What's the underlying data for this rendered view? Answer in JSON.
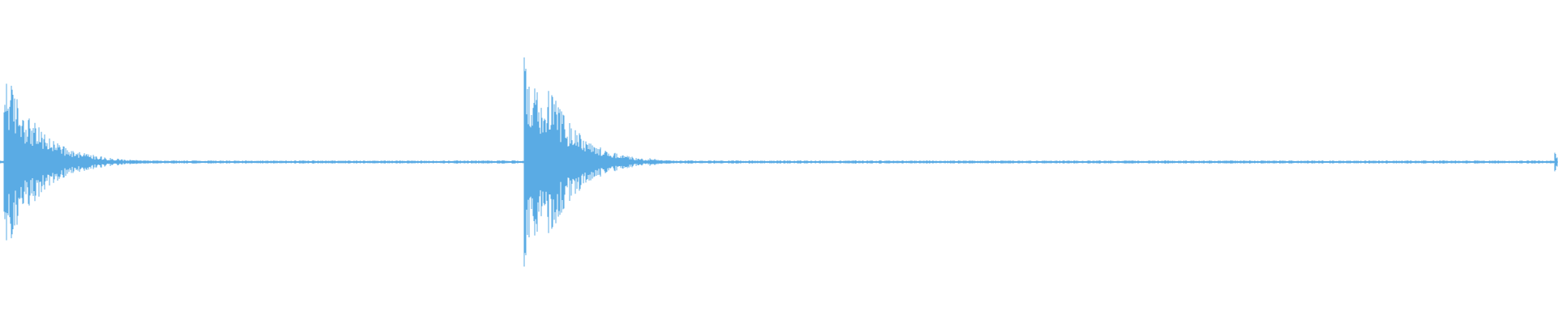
{
  "waveform": {
    "color": "#5aabe4",
    "background": "#ffffff",
    "sample_count": 1920,
    "events": [
      {
        "position": 0.003,
        "peak": 0.87,
        "decay": 0.022
      },
      {
        "position": 0.031,
        "peak": 0.12,
        "decay": 0.01
      },
      {
        "position": 0.048,
        "peak": 0.07,
        "decay": 0.012
      },
      {
        "position": 0.337,
        "peak": 1.0,
        "decay": 0.018
      },
      {
        "position": 0.352,
        "peak": 0.72,
        "decay": 0.02
      },
      {
        "position": 0.396,
        "peak": 0.07,
        "decay": 0.01
      },
      {
        "position": 0.418,
        "peak": 0.04,
        "decay": 0.008
      },
      {
        "position": 0.999,
        "peak": 0.12,
        "decay": 0.002
      }
    ],
    "noise_floor": 0.012
  }
}
